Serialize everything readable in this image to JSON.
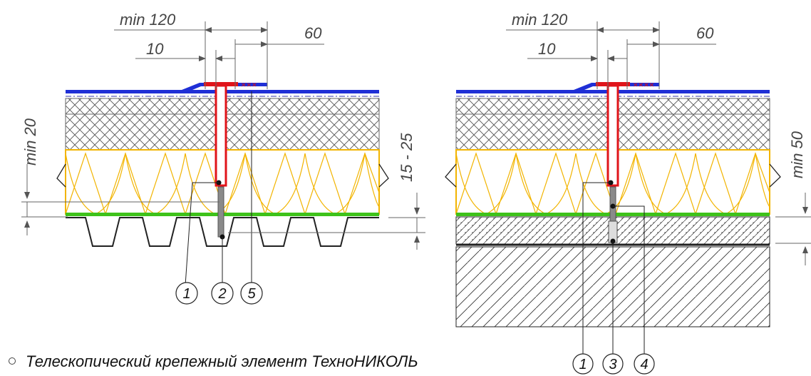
{
  "left_detail": {
    "dims": {
      "top_width": "min 120",
      "washer": "10",
      "overlap": "60",
      "left_height": "min 20",
      "right_height": "15 - 25"
    },
    "callouts": [
      "1",
      "2",
      "5"
    ]
  },
  "right_detail": {
    "dims": {
      "top_width": "min 120",
      "washer": "10",
      "overlap": "60",
      "right_height": "min 50"
    },
    "callouts": [
      "1",
      "3",
      "4"
    ]
  },
  "legend": {
    "item_1": "Телескопический крепежный элемент ТехноНИКОЛЬ"
  },
  "colors": {
    "membrane": "#1f2fd6",
    "fastener": "#e0141a",
    "insulation": "#f2b400",
    "vapor_barrier": "#3ec21a",
    "hatch": "#333333"
  }
}
